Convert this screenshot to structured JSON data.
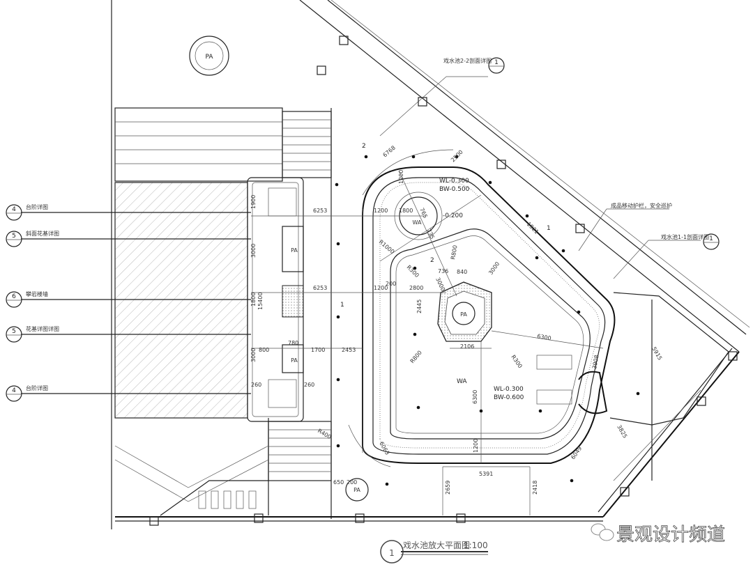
{
  "drawing": {
    "title": "戏水池放大平面图",
    "scale": "1:100",
    "title_index": "1",
    "watermark": "景观设计频道"
  },
  "callouts_left": [
    {
      "num": "4",
      "label": "台阶详图"
    },
    {
      "num": "5",
      "label": "斜面花基详图"
    },
    {
      "num": "6",
      "label": "攀岩楼墙"
    },
    {
      "num": "5",
      "label": "花基详图详图"
    },
    {
      "num": "4",
      "label": "台阶详图"
    }
  ],
  "callouts_right": [
    {
      "num": "1",
      "label": "戏水池2-2剖面详图"
    },
    {
      "num": "1",
      "label": "戏水池1-1剖面详图"
    },
    {
      "num": "",
      "label": "成品移动护栏，安全巡护"
    }
  ],
  "section_marks": [
    "2",
    "2",
    "1",
    "1"
  ],
  "area_labels": {
    "pa": "PA",
    "wa": "WA"
  },
  "levels": {
    "wl_top": "WL-0.300",
    "bw_top": "BW-0.500",
    "fountain": "-0.200",
    "wl_main": "WL-0.300",
    "bw_main": "BW-0.600"
  },
  "dimensions": [
    "6253",
    "6253",
    "2453",
    "1200",
    "1800",
    "1200",
    "2800",
    "2445",
    "2106",
    "6300",
    "6300",
    "5391",
    "3000",
    "3000",
    "R800",
    "R800",
    "R300",
    "R300",
    "R1000",
    "R400",
    "15400",
    "1900",
    "3000",
    "1800",
    "3000",
    "1700",
    "800",
    "780",
    "260",
    "260",
    "200",
    "1200",
    "1921",
    "6768",
    "2500",
    "5915",
    "3825",
    "3908",
    "6049",
    "6063",
    "2659",
    "2418",
    "650",
    "200",
    "736",
    "840",
    "765",
    "735",
    "1200"
  ]
}
